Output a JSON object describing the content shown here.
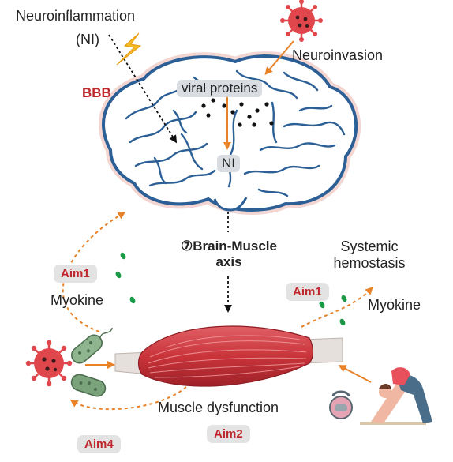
{
  "labels": {
    "neuroinflammation": "Neuroinflammation",
    "ni_abbrev": "(NI)",
    "bbb": "BBB",
    "neuroinvasion": "Neuroinvasion",
    "viral_proteins": "viral proteins",
    "ni": "NI",
    "axis_line1": "⑦Brain-Muscle",
    "axis_line2": "axis",
    "systemic_line1": "Systemic",
    "systemic_line2": "hemostasis",
    "myokine_left": "Myokine",
    "myokine_right": "Myokine",
    "muscle_dysfunction": "Muscle dysfunction"
  },
  "badges": {
    "aim1_left": "Aim1",
    "aim1_right": "Aim1",
    "aim4": "Aim4",
    "aim2": "Aim2"
  },
  "colors": {
    "brain_outline": "#2b5f95",
    "brain_fill": "#ffffff",
    "brain_halo": "#f3d6d2",
    "bbb_red": "#c0282d",
    "virus_red": "#e0474c",
    "arrow_orange": "#e8832a",
    "myokine_green": "#1a9a46",
    "muscle_red": "#c9343a",
    "tendon_grey": "#e6e0dc",
    "bacteria_green": "#7aa37c"
  },
  "icons": [
    "virus-icon",
    "lightning-icon",
    "bacteria-icon",
    "kettlebell-icon",
    "yoga-person-icon"
  ]
}
